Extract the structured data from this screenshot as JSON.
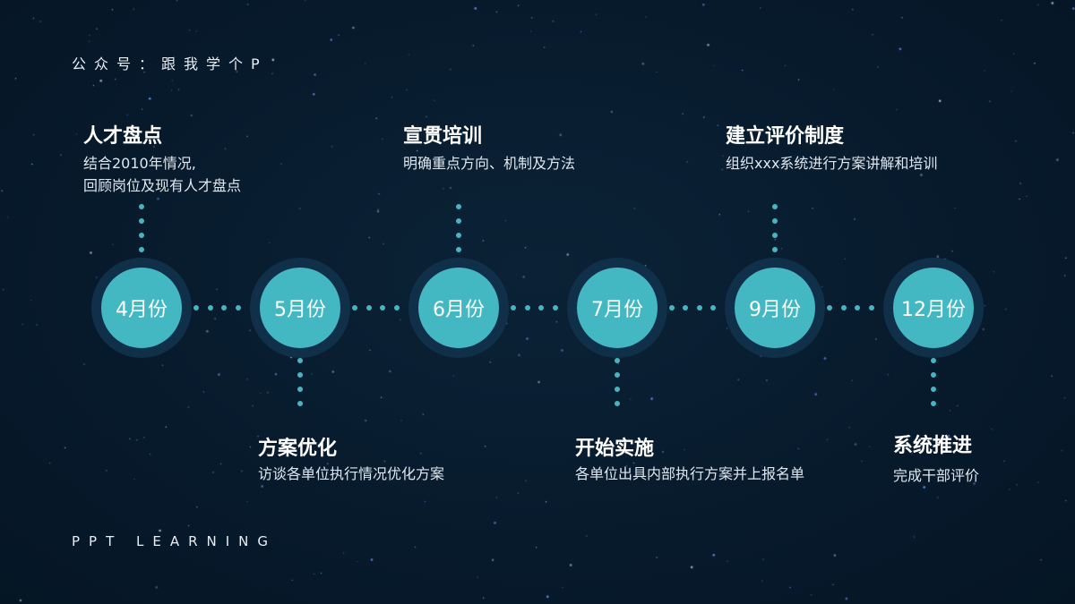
{
  "header": {
    "text": "公众号：跟我学个P"
  },
  "footer": {
    "text": "PPT LEARNING"
  },
  "colors": {
    "background": "#071a2c",
    "node_fill": "#43b8c3",
    "node_ring": "#10304a",
    "dot": "#45b5c2"
  },
  "timeline": {
    "nodes": [
      {
        "label": "4月份"
      },
      {
        "label": "5月份"
      },
      {
        "label": "6月份"
      },
      {
        "label": "7月份"
      },
      {
        "label": "9月份"
      },
      {
        "label": "12月份"
      }
    ]
  },
  "milestones": [
    {
      "title": "人才盘点",
      "desc": "结合2010年情况,\n回顾岗位及现有人才盘点"
    },
    {
      "title": "方案优化",
      "desc": "访谈各单位执行情况优化方案"
    },
    {
      "title": "宣贯培训",
      "desc": "明确重点方向、机制及方法"
    },
    {
      "title": "开始实施",
      "desc": "各单位出具内部执行方案并上报名单"
    },
    {
      "title": "建立评价制度",
      "desc": "组织xxx系统进行方案讲解和培训"
    },
    {
      "title": "系统推进",
      "desc": "完成干部评价"
    }
  ]
}
